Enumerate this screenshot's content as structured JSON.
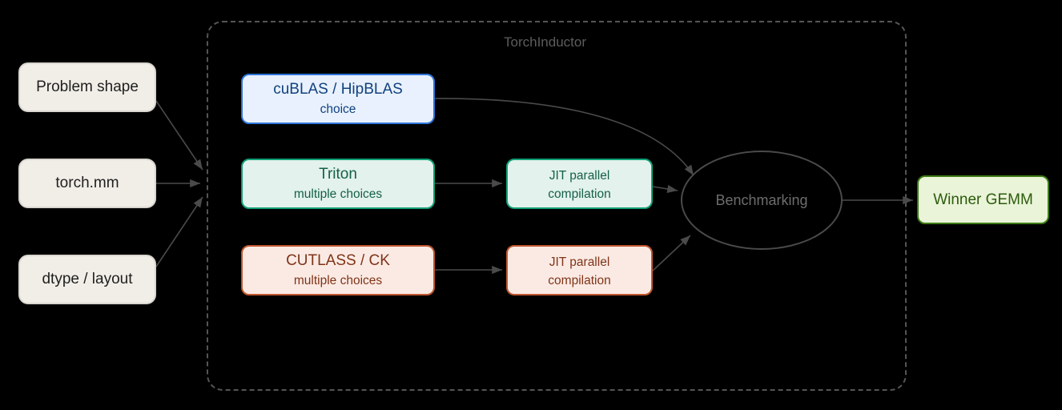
{
  "diagram": {
    "background_color": "#000000",
    "group": {
      "label": "TorchInductor",
      "border_color": "#555555",
      "border_style": "dashed"
    },
    "inputs": [
      {
        "label": "Problem shape",
        "fill": "#f1eee7",
        "stroke": "#d9d6cf",
        "text": "#1f1f1f"
      },
      {
        "label": "torch.mm",
        "fill": "#f1eee7",
        "stroke": "#d9d6cf",
        "text": "#1f1f1f"
      },
      {
        "label": "dtype / layout",
        "fill": "#f1eee7",
        "stroke": "#d9d6cf",
        "text": "#1f1f1f"
      }
    ],
    "backends": [
      {
        "title": "cuBLAS / HipBLAS",
        "subtitle": "choice",
        "fill": "#e8f1fd",
        "stroke": "#2d74d8",
        "text": "#11417f"
      },
      {
        "title": "Triton",
        "subtitle": "multiple choices",
        "fill": "#e3f2ec",
        "stroke": "#12a077",
        "text": "#15604a"
      },
      {
        "title": "CUTLASS / CK",
        "subtitle": "multiple choices",
        "fill": "#fbeae4",
        "stroke": "#bf5630",
        "text": "#7f3418"
      }
    ],
    "compile_steps": [
      {
        "line1": "JIT parallel",
        "line2": "compilation",
        "fill": "#e3f2ec",
        "stroke": "#12a077",
        "text": "#15604a"
      },
      {
        "line1": "JIT parallel",
        "line2": "compilation",
        "fill": "#fbeae4",
        "stroke": "#bf5630",
        "text": "#7f3418"
      }
    ],
    "benchmark": {
      "label": "Benchmarking",
      "stroke": "#4a4a4a",
      "text": "#6d6d6d"
    },
    "output": {
      "label": "Winner GEMM",
      "fill": "#eaf4d8",
      "stroke": "#3d7c15",
      "text": "#2c5c0d"
    },
    "edges": {
      "stroke": "#4a4a4a"
    }
  }
}
